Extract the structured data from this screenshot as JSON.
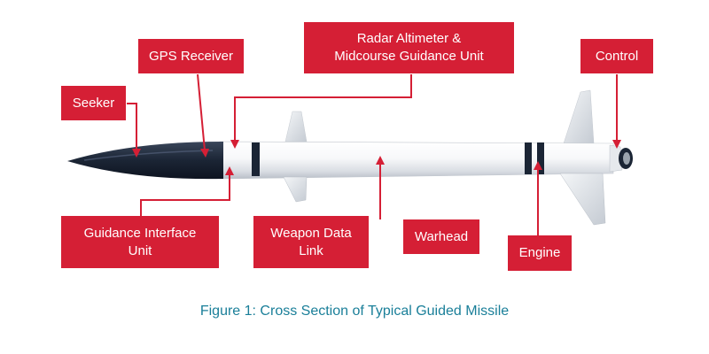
{
  "callouts": {
    "gps_receiver": "GPS Receiver",
    "radar_line1": "Radar Altimeter &",
    "radar_line2": "Midcourse Guidance Unit",
    "control": "Control",
    "seeker": "Seeker",
    "giu_line1": "Guidance Interface",
    "giu_line2": "Unit",
    "wdl_line1": "Weapon Data",
    "wdl_line2": "Link",
    "warhead": "Warhead",
    "engine": "Engine"
  },
  "caption": "Figure 1: Cross Section of Typical Guided Missile",
  "colors": {
    "callout_bg": "#d51f35",
    "leader_line": "#d51f35",
    "caption_text": "#1a7f99",
    "nose_cone": "#1b2535",
    "body": "#f2f4f7"
  }
}
